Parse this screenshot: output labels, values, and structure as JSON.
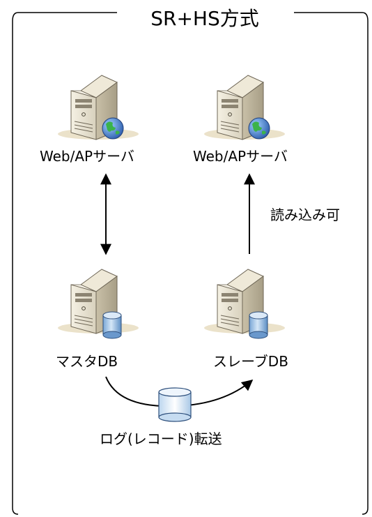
{
  "title": "SR+HS方式",
  "nodes": {
    "web1": {
      "label": "Web/APサーバ",
      "icon": "web-server-globe-icon"
    },
    "web2": {
      "label": "Web/APサーバ",
      "icon": "web-server-globe-icon"
    },
    "master": {
      "label": "マスタDB",
      "icon": "db-server-icon"
    },
    "slave": {
      "label": "スレーブDB",
      "icon": "db-server-icon"
    }
  },
  "edges": {
    "read_label": "読み込み可",
    "transfer_label": "ログ(レコード)転送"
  }
}
